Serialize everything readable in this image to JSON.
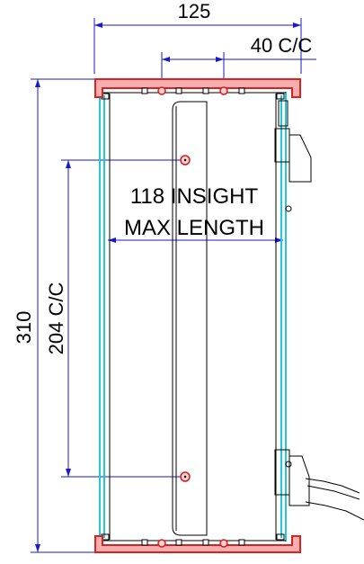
{
  "drawing": {
    "dim_overall_width": "125",
    "dim_hole_spacing_top": "40 C/C",
    "dim_overall_height": "310",
    "dim_hole_spacing_vertical": "204 C/C",
    "label_insight_line1": "118 INSIGHT",
    "label_insight_line2": "MAX LENGTH"
  },
  "colors": {
    "dimension": "#1a1acc",
    "frame": "#e02020",
    "glass": "#20c8d8",
    "outline": "#000000",
    "hole": "#cc2020"
  }
}
